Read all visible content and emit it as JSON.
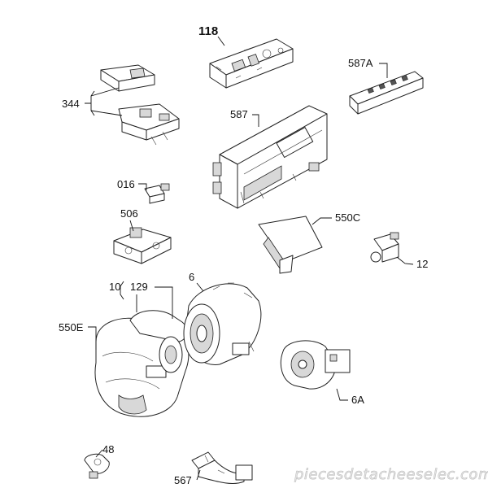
{
  "diagram": {
    "part_numbers": [
      "118",
      "344",
      "587A",
      "587",
      "016",
      "506",
      "550C",
      "12",
      "10",
      "129",
      "6",
      "550E",
      "6A",
      "48",
      "567"
    ],
    "watermark": "piecesdetacheeselec.com"
  }
}
